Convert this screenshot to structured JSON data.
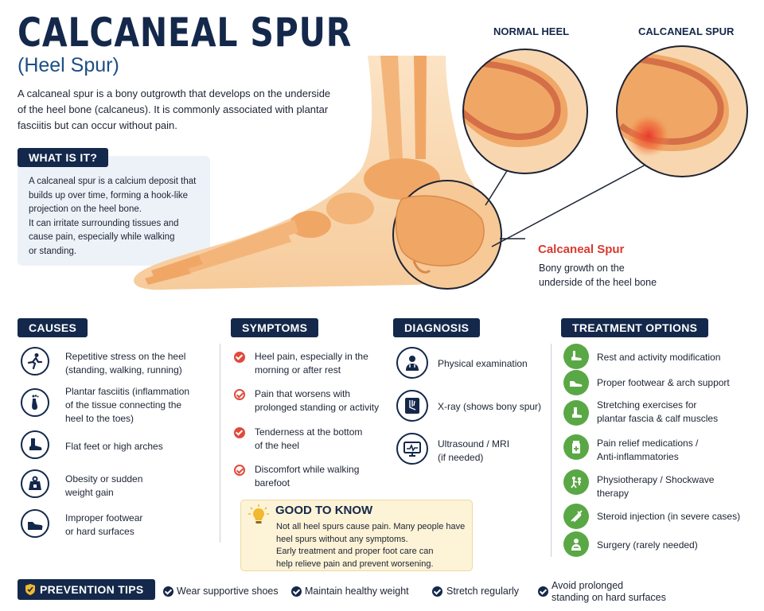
{
  "header": {
    "title": "CALCANEAL SPUR",
    "subtitle": "(Heel Spur)",
    "intro": "A calcaneal spur is a bony outgrowth that develops on the underside of the heel bone (calcaneus). It is commonly associated with plantar fasciitis but can occur without pain."
  },
  "what_is_it": {
    "label": "WHAT IS IT?",
    "lines": [
      "A calcaneal spur is a calcium deposit that",
      "builds up over time, forming a hook-like",
      "projection on the heel bone.",
      "It can irritate surrounding tissues and",
      "cause pain, especially while walking",
      "or standing."
    ]
  },
  "illustration": {
    "normal_label": "NORMAL HEEL",
    "spur_label": "CALCANEAL SPUR",
    "callout_title": "Calcaneal Spur",
    "callout_lines": [
      "Bony growth on the",
      "underside of the heel bone"
    ],
    "colors": {
      "skin": "#f6c997",
      "bone": "#f0a766",
      "inflammation": "#e8352b",
      "navy": "#14284b"
    }
  },
  "causes": {
    "label": "CAUSES",
    "items": [
      {
        "icon": "running-person-icon",
        "lines": [
          "Repetitive stress on the heel",
          "(standing, walking, running)"
        ]
      },
      {
        "icon": "foot-icon",
        "lines": [
          "Plantar fasciitis (inflammation",
          "of the tissue connecting the",
          "heel to the toes)"
        ]
      },
      {
        "icon": "boot-icon",
        "lines": [
          "Flat feet or high arches"
        ]
      },
      {
        "icon": "weight-icon",
        "lines": [
          "Obesity or sudden",
          "weight gain"
        ]
      },
      {
        "icon": "shoe-icon",
        "lines": [
          "Improper footwear",
          "or hard surfaces"
        ]
      }
    ]
  },
  "symptoms": {
    "label": "SYMPTOMS",
    "items": [
      {
        "lines": [
          "Heel pain, especially in the",
          "morning or after rest"
        ]
      },
      {
        "lines": [
          "Pain that worsens with",
          "prolonged standing or activity"
        ]
      },
      {
        "lines": [
          "Tenderness at the bottom",
          "of the heel"
        ]
      },
      {
        "lines": [
          "Discomfort while walking",
          "barefoot"
        ]
      }
    ]
  },
  "diagnosis": {
    "label": "DIAGNOSIS",
    "items": [
      {
        "icon": "doctor-icon",
        "lines": [
          "Physical examination"
        ]
      },
      {
        "icon": "xray-icon",
        "lines": [
          "X-ray (shows bony spur)"
        ]
      },
      {
        "icon": "monitor-icon",
        "lines": [
          "Ultrasound / MRI",
          "(if needed)"
        ]
      }
    ]
  },
  "good_to_know": {
    "label": "GOOD TO KNOW",
    "lines": [
      "Not all heel spurs cause pain. Many people have",
      "heel spurs without any symptoms.",
      "Early treatment and proper foot care can",
      "help relieve pain and prevent worsening."
    ]
  },
  "treatment": {
    "label": "TREATMENT OPTIONS",
    "items": [
      {
        "icon": "rest-icon",
        "lines": [
          "Rest and activity modification"
        ]
      },
      {
        "icon": "footwear-icon",
        "lines": [
          "Proper footwear & arch support"
        ]
      },
      {
        "icon": "stretch-icon",
        "lines": [
          "Stretching exercises for",
          "plantar fascia & calf muscles"
        ]
      },
      {
        "icon": "medication-icon",
        "lines": [
          "Pain relief medications /",
          "Anti-inflammatories"
        ]
      },
      {
        "icon": "physio-icon",
        "lines": [
          "Physiotherapy / Shockwave",
          "therapy"
        ]
      },
      {
        "icon": "syringe-icon",
        "lines": [
          "Steroid injection (in severe cases)"
        ]
      },
      {
        "icon": "surgery-icon",
        "lines": [
          "Surgery (rarely needed)"
        ]
      }
    ]
  },
  "prevention": {
    "label": "PREVENTION TIPS",
    "tips": [
      {
        "lines": [
          "Wear supportive shoes"
        ]
      },
      {
        "lines": [
          "Maintain healthy weight"
        ]
      },
      {
        "lines": [
          "Stretch regularly"
        ]
      },
      {
        "lines": [
          "Avoid prolonged",
          "standing on hard surfaces"
        ]
      }
    ]
  }
}
